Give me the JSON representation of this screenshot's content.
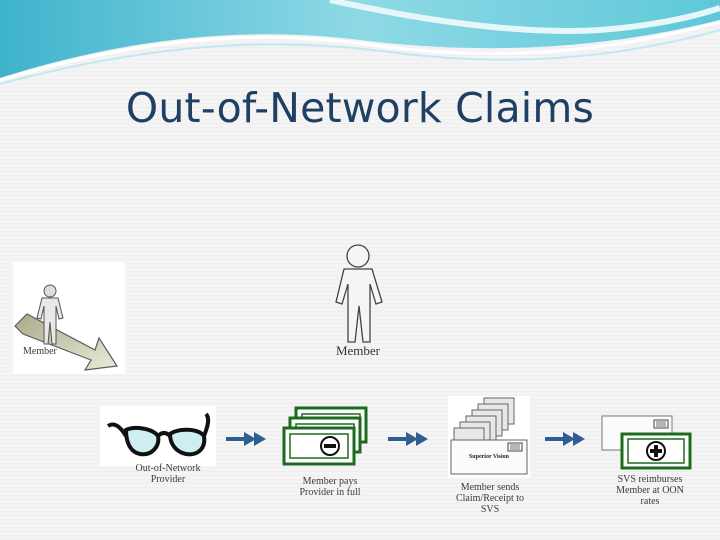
{
  "slide": {
    "title": "Out-of-Network Claims",
    "colors": {
      "title": "#1f3f63",
      "arrow": "#2e5e92",
      "money_green": "#1c6b1c",
      "wave_teal": "#5ec8d8"
    }
  },
  "left_figure": {
    "label": "Member",
    "icons": [
      "person-icon",
      "diagonal-arrow-icon"
    ]
  },
  "center_figure": {
    "label": "Member",
    "icon": "person-icon"
  },
  "flow": [
    {
      "id": "provider",
      "icon": "eyeglasses-icon",
      "label": [
        "Out-of-Network",
        "Provider"
      ]
    },
    {
      "id": "payment",
      "icon": "money-minus-icon",
      "label": [
        "Member pays",
        "Provider in full"
      ]
    },
    {
      "id": "claim",
      "icon": "envelopes-icon",
      "envelope_text": "Superior Vision",
      "label": [
        "Member sends",
        "Claim/Receipt to",
        "SVS"
      ]
    },
    {
      "id": "reimburse",
      "icon": "money-plus-icon",
      "label": [
        "SVS reimburses",
        "Member at OON",
        "rates"
      ]
    }
  ]
}
